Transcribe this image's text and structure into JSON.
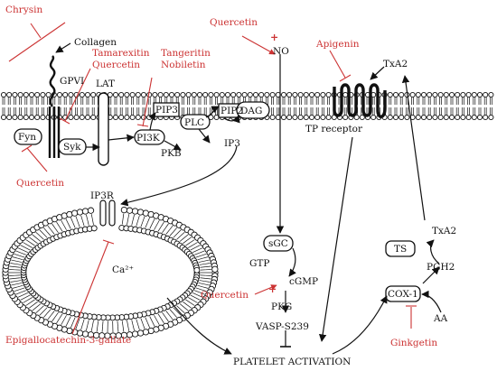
{
  "inhibitors": {
    "chrysin": "Chrysin",
    "quercetin_top": "Quercetin",
    "tamarexitin": "Tamarexitin",
    "quercetin_mid": "Quercetin",
    "tangeritin": "Tangeritin",
    "nobiletin": "Nobiletin",
    "apigenin": "Apigenin",
    "quercetin_fyn": "Quercetin",
    "quercetin_pkg": "Quercetin",
    "egcg": "Epigallocatechin-3-gallate",
    "ginkgetin": "Ginkgetin"
  },
  "plus_sign": "+",
  "membrane": {
    "collagen": "Collagen",
    "gpvi": "GPVI",
    "lat": "LAT",
    "fyn": "Fyn",
    "syk": "Syk",
    "pi3k": "PI3K",
    "pip3": "PIP3",
    "plc": "PLC",
    "pip2": "PIP2",
    "dag": "DAG",
    "pkb": "PKB",
    "ip3": "IP3",
    "no": "NO",
    "txa2_top": "TxA2",
    "tp_receptor": "TP receptor"
  },
  "intracellular": {
    "ip3r": "IP3R",
    "ca": "Ca²⁺",
    "sgc": "sGC",
    "gtp": "GTP",
    "cgmp": "cGMP",
    "pkg": "PKG",
    "vasp": "VASP-S239",
    "ts": "TS",
    "txa2_bottom": "TxA2",
    "pgh2": "PGH2",
    "cox1": "COX-1",
    "aa": "AA",
    "activation": "PLATELET ACTIVATION"
  },
  "colors": {
    "inhibitor": "#cc3333",
    "pathway": "#111111"
  }
}
